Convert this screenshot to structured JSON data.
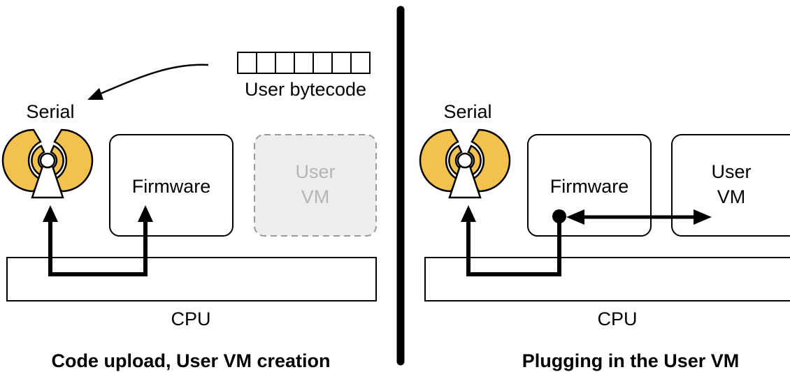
{
  "colors": {
    "antenna_fill": "#f2c14e",
    "stroke": "#000000",
    "ghost_fill": "#ededed",
    "ghost_stroke": "#9a9a9a",
    "ghost_text": "#b5b5b5"
  },
  "left_panel": {
    "bytecode_label": "User bytecode",
    "serial_label": "Serial",
    "firmware_label": "Firmware",
    "user_vm_line1": "User",
    "user_vm_line2": "VM",
    "cpu_label": "CPU",
    "caption": "Code upload, User VM creation"
  },
  "right_panel": {
    "serial_label": "Serial",
    "firmware_label": "Firmware",
    "user_vm_line1": "User",
    "user_vm_line2": "VM",
    "cpu_label": "CPU",
    "caption": "Plugging in the User VM"
  }
}
